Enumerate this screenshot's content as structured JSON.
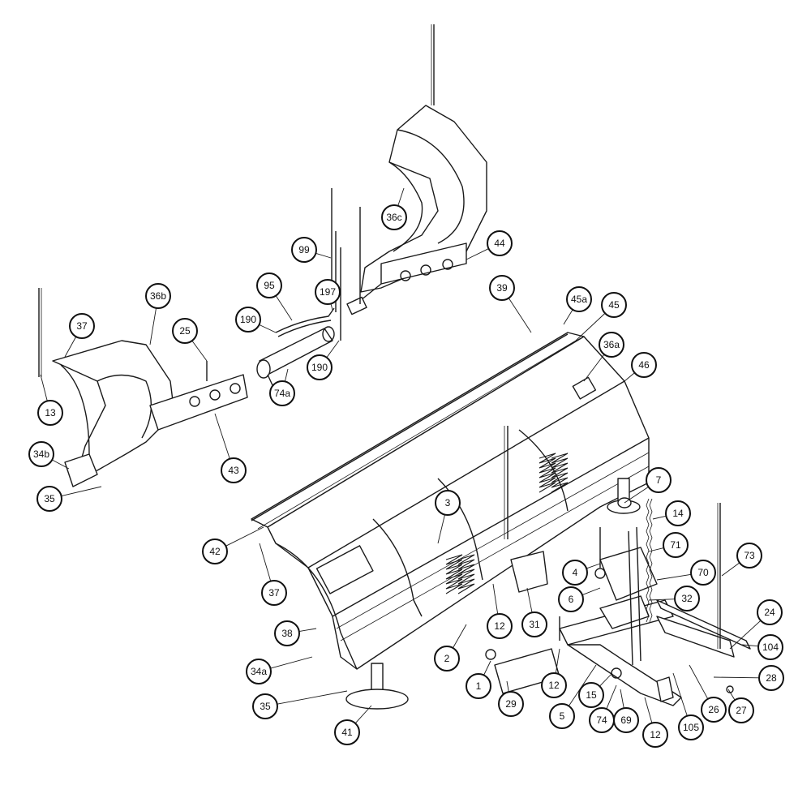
{
  "diagram": {
    "callouts": [
      {
        "id": "c-36c",
        "label": "36c"
      },
      {
        "id": "c-99",
        "label": "99"
      },
      {
        "id": "c-44",
        "label": "44"
      },
      {
        "id": "c-95",
        "label": "95"
      },
      {
        "id": "c-197",
        "label": "197"
      },
      {
        "id": "c-36b",
        "label": "36b"
      },
      {
        "id": "c-37-top",
        "label": "37"
      },
      {
        "id": "c-190-a",
        "label": "190"
      },
      {
        "id": "c-25",
        "label": "25"
      },
      {
        "id": "c-190-b",
        "label": "190"
      },
      {
        "id": "c-74a",
        "label": "74a"
      },
      {
        "id": "c-39",
        "label": "39"
      },
      {
        "id": "c-45a",
        "label": "45a"
      },
      {
        "id": "c-45",
        "label": "45"
      },
      {
        "id": "c-36a",
        "label": "36a"
      },
      {
        "id": "c-46",
        "label": "46"
      },
      {
        "id": "c-13",
        "label": "13"
      },
      {
        "id": "c-34b",
        "label": "34b"
      },
      {
        "id": "c-43",
        "label": "43"
      },
      {
        "id": "c-35-top",
        "label": "35"
      },
      {
        "id": "c-3",
        "label": "3"
      },
      {
        "id": "c-7",
        "label": "7"
      },
      {
        "id": "c-14",
        "label": "14"
      },
      {
        "id": "c-42",
        "label": "42"
      },
      {
        "id": "c-71",
        "label": "71"
      },
      {
        "id": "c-73",
        "label": "73"
      },
      {
        "id": "c-4",
        "label": "4"
      },
      {
        "id": "c-70",
        "label": "70"
      },
      {
        "id": "c-37-bottom",
        "label": "37"
      },
      {
        "id": "c-6",
        "label": "6"
      },
      {
        "id": "c-32",
        "label": "32"
      },
      {
        "id": "c-38",
        "label": "38"
      },
      {
        "id": "c-12-a",
        "label": "12"
      },
      {
        "id": "c-31",
        "label": "31"
      },
      {
        "id": "c-24",
        "label": "24"
      },
      {
        "id": "c-104",
        "label": "104"
      },
      {
        "id": "c-2",
        "label": "2"
      },
      {
        "id": "c-34a",
        "label": "34a"
      },
      {
        "id": "c-28",
        "label": "28"
      },
      {
        "id": "c-1",
        "label": "1"
      },
      {
        "id": "c-12-b",
        "label": "12"
      },
      {
        "id": "c-35-bottom",
        "label": "35"
      },
      {
        "id": "c-29",
        "label": "29"
      },
      {
        "id": "c-5",
        "label": "5"
      },
      {
        "id": "c-15",
        "label": "15"
      },
      {
        "id": "c-26",
        "label": "26"
      },
      {
        "id": "c-27",
        "label": "27"
      },
      {
        "id": "c-74",
        "label": "74"
      },
      {
        "id": "c-69",
        "label": "69"
      },
      {
        "id": "c-41",
        "label": "41"
      },
      {
        "id": "c-105",
        "label": "105"
      },
      {
        "id": "c-12-c",
        "label": "12"
      }
    ]
  }
}
